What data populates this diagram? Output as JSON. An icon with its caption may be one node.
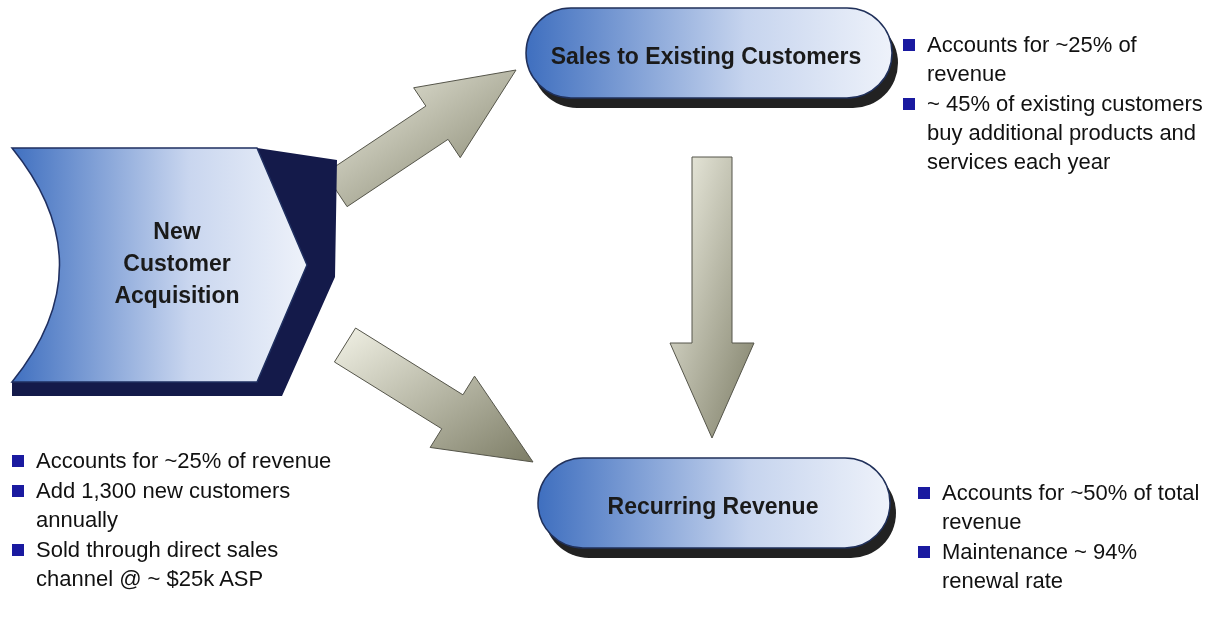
{
  "diagram": {
    "nodes": [
      {
        "text": [
          "New Customer Acquisition"
        ],
        "beside": [
          "Accounts for ~25% of revenue",
          "Add 1,300 new customers annually",
          "Sold through direct sales channel @ ~ $25k ASP"
        ]
      },
      {
        "text": [
          "Sales to Existing Customers"
        ],
        "beside": [
          "Accounts for ~25% of revenue",
          "~ 45% of existing customers buy additional products and services each year"
        ]
      },
      {
        "text": [
          "Recurring Revenue"
        ],
        "beside": [
          "Accounts for ~50% of total revenue",
          "Maintenance ~ 94% renewal rate"
        ]
      }
    ],
    "edges": [
      {
        "from": 0,
        "to": 1,
        "arrow": "to"
      },
      {
        "from": 0,
        "to": 2,
        "arrow": "to"
      },
      {
        "from": 1,
        "to": 2,
        "arrow": "to"
      }
    ]
  }
}
